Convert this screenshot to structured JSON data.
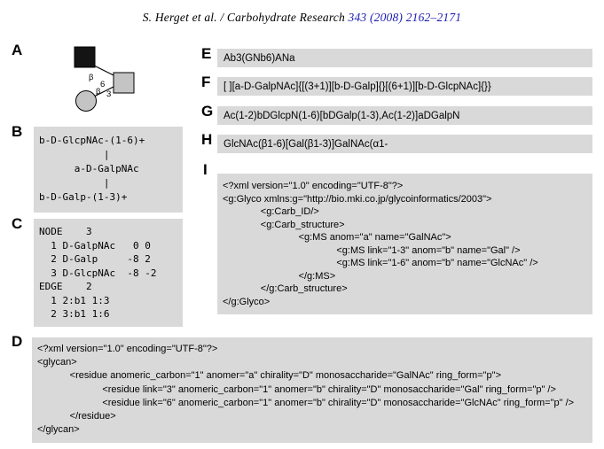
{
  "header": {
    "journal_ref": "S. Herget et al. / Carbohydrate Research ",
    "volume_ref": "343 (2008) 2162–2171"
  },
  "colors": {
    "box_bg": "#d9d9d9",
    "link_blue": "#1c1cb4",
    "symbol_black": "#141414",
    "symbol_gray": "#c4c4c4",
    "symbol_stroke": "#000000"
  },
  "panels": {
    "a": {
      "label": "A",
      "diagram": {
        "residues": {
          "glcnac": "GlcNAc",
          "gal": "Gal",
          "galnac": "GalNAc"
        },
        "bond_upper": {
          "anomer": "β",
          "linkage": "6"
        },
        "bond_lower": {
          "anomer": "β",
          "linkage": "3"
        }
      }
    },
    "b": {
      "label": "B",
      "lines": [
        "b-D-GlcpNAc-(1-6)+",
        "           |",
        "      a-D-GalpNAc",
        "           |",
        "b-D-Galp-(1-3)+"
      ]
    },
    "c": {
      "label": "C",
      "lines": [
        "NODE    3",
        "  1 D-GalpNAc   0 0",
        "  2 D-Galp     -8 2",
        "  3 D-GlcpNAc  -8 -2",
        "EDGE    2",
        "  1 2:b1 1:3",
        "  2 3:b1 1:6"
      ]
    },
    "d": {
      "label": "D",
      "lines": [
        "<?xml version=\"1.0\" encoding=\"UTF-8\"?>",
        "<glycan>",
        "            <residue anomeric_carbon=\"1\" anomer=\"a\" chirality=\"D\" monosaccharide=\"GalNAc\" ring_form=\"p\">",
        "                        <residue link=\"3\" anomeric_carbon=\"1\" anomer=\"b\" chirality=\"D\" monosaccharide=\"Gal\" ring_form=\"p\" />",
        "                        <residue link=\"6\" anomeric_carbon=\"1\" anomer=\"b\" chirality=\"D\" monosaccharide=\"GlcNAc\" ring_form=\"p\" />",
        "            </residue>",
        "</glycan>"
      ]
    },
    "e": {
      "label": "E",
      "text": "Ab3(GNb6)ANa"
    },
    "f": {
      "label": "F",
      "text": "[ ][a-D-GalpNAc]{[(3+1)][b-D-Galp]{}[(6+1)][b-D-GlcpNAc]{}}"
    },
    "g": {
      "label": "G",
      "text": "Ac(1-2)bDGlcpN(1-6)[bDGalp(1-3),Ac(1-2)]aDGalpN"
    },
    "h": {
      "label": "H",
      "text": "GlcNAc(β1-6)[Gal(β1-3)]GalNAc(α1-"
    },
    "i": {
      "label": "I",
      "lines": [
        "<?xml version=\"1.0\" encoding=\"UTF-8\"?>",
        "<g:Glyco xmlns:g=\"http://bio.mki.co.jp/glycoinformatics/2003\">",
        "              <g:Carb_ID/>",
        "              <g:Carb_structure>",
        "                            <g:MS anom=\"a\" name=\"GalNAc\">",
        "                                          <g:MS link=\"1-3\" anom=\"b\" name=\"Gal\" />",
        "                                          <g:MS link=\"1-6\" anom=\"b\" name=\"GlcNAc\" />",
        "                            </g:MS>",
        "              </g:Carb_structure>",
        "</g:Glyco>"
      ]
    }
  }
}
